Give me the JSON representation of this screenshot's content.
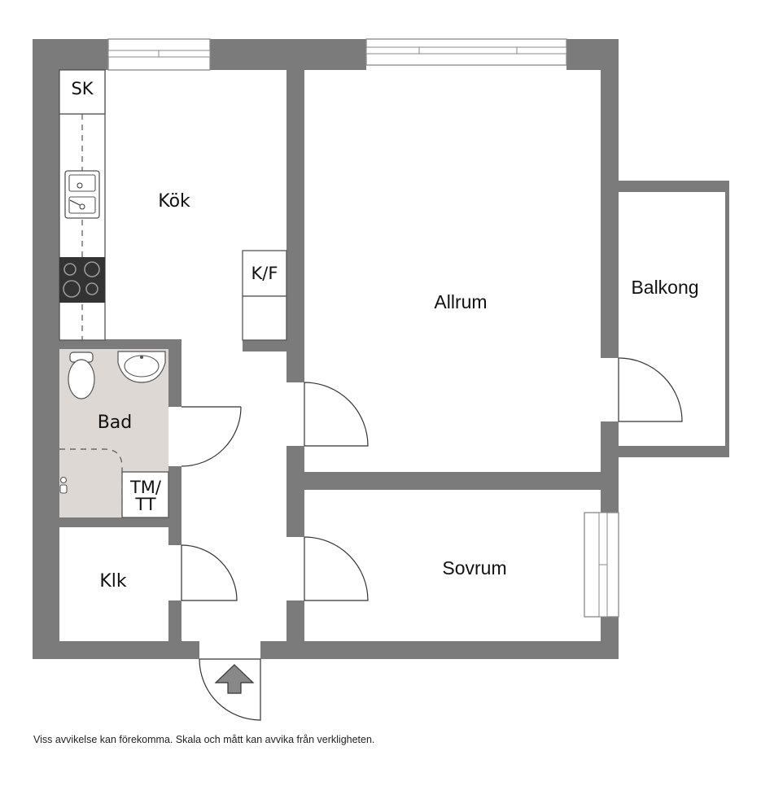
{
  "rooms": {
    "kitchen": "Kök",
    "living_room": "Allrum",
    "balcony": "Balkong",
    "bathroom": "Bad",
    "closet": "Klk",
    "bedroom": "Sovrum"
  },
  "fixtures": {
    "wardrobe": "SK",
    "fridge_freezer": "K/F",
    "washer_dryer_line1": "TM/",
    "washer_dryer_line2": "TT"
  },
  "icons": {
    "entrance": "entrance-arrow-icon",
    "sink": "sink-icon",
    "stove": "stove-icon",
    "toilet": "toilet-icon",
    "washbasin": "washbasin-icon",
    "shower": "shower-tap-icon"
  },
  "colors": {
    "wall": "#7b7b7b",
    "bathroom_floor": "#ddd8d3"
  },
  "disclaimer": "Viss avvikelse kan förekomma. Skala och mått kan avvika från verkligheten."
}
